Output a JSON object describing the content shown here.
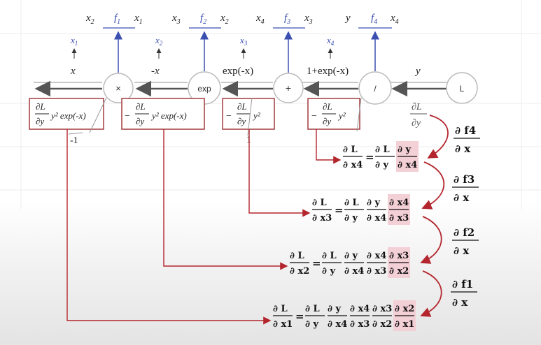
{
  "colors": {
    "blue": "#3a4fb0",
    "red": "#b3262d",
    "gray": "#8c8c8c",
    "dark": "#222222",
    "pink": "#f3cfd6"
  },
  "nodes": [
    {
      "id": "mul",
      "op": "×"
    },
    {
      "id": "exp",
      "op": "exp"
    },
    {
      "id": "add",
      "op": "+"
    },
    {
      "id": "div",
      "op": "/"
    },
    {
      "id": "loss",
      "op": "L"
    }
  ],
  "top_labels": [
    {
      "left": "x",
      "left_sub": "2",
      "f": "f",
      "f_sub": "1",
      "right": "x",
      "right_sub": "1"
    },
    {
      "left": "x",
      "left_sub": "3",
      "f": "f",
      "f_sub": "2",
      "right": "x",
      "right_sub": "2"
    },
    {
      "left": "x",
      "left_sub": "4",
      "f": "f",
      "f_sub": "3",
      "right": "x",
      "right_sub": "3"
    },
    {
      "left": "y",
      "left_sub": "",
      "f": "f",
      "f_sub": "4",
      "right": "x",
      "right_sub": "4"
    }
  ],
  "edge_vars": [
    {
      "v": "x",
      "sub": "1"
    },
    {
      "v": "x",
      "sub": "2"
    },
    {
      "v": "x",
      "sub": "3"
    },
    {
      "v": "x",
      "sub": "4"
    }
  ],
  "edge_values": [
    "x",
    "-x",
    "exp(-x)",
    "1+exp(-x)",
    "y"
  ],
  "gradients": {
    "g1": {
      "pre": "",
      "tail": "y² exp(-x)"
    },
    "g2": {
      "pre": "−",
      "tail": "y² exp(-x)"
    },
    "g3": {
      "pre": "−",
      "tail": "y²"
    },
    "g4": {
      "pre": "−",
      "tail": "y²"
    }
  },
  "side_values": {
    "minus_one": "-1",
    "one": "1"
  },
  "dl_dy": {
    "num": "∂L",
    "den": "∂y"
  },
  "frac_dL_dy": {
    "num": "∂L",
    "den": "∂y"
  },
  "chain": {
    "f4": {
      "num": "∂ f4",
      "den": "∂ x"
    },
    "f3": {
      "num": "∂ f3",
      "den": "∂ x"
    },
    "f2": {
      "num": "∂ f2",
      "den": "∂ x"
    },
    "f1": {
      "num": "∂ f1",
      "den": "∂ x"
    }
  },
  "equations": {
    "x4": {
      "lhs": [
        "∂ L",
        "∂ x4"
      ],
      "rhs": [
        [
          "∂ L",
          "∂ y"
        ],
        [
          "∂ y",
          "∂ x4"
        ]
      ]
    },
    "x3": {
      "lhs": [
        "∂ L",
        "∂ x3"
      ],
      "rhs": [
        [
          "∂ L",
          "∂ y"
        ],
        [
          "∂ y",
          "∂ x4"
        ],
        [
          "∂ x4",
          "∂ x3"
        ]
      ]
    },
    "x2": {
      "lhs": [
        "∂ L",
        "∂ x2"
      ],
      "rhs": [
        [
          "∂ L",
          "∂ y"
        ],
        [
          "∂ y",
          "∂ x4"
        ],
        [
          "∂ x4",
          "∂ x3"
        ],
        [
          "∂ x3",
          "∂ x2"
        ]
      ]
    },
    "x1": {
      "lhs": [
        "∂ L",
        "∂ x1"
      ],
      "rhs": [
        [
          "∂ L",
          "∂ y"
        ],
        [
          "∂ y",
          "∂ x4"
        ],
        [
          "∂ x4",
          "∂ x3"
        ],
        [
          "∂ x3",
          "∂ x2"
        ],
        [
          "∂ x2",
          "∂ x1"
        ]
      ]
    }
  }
}
